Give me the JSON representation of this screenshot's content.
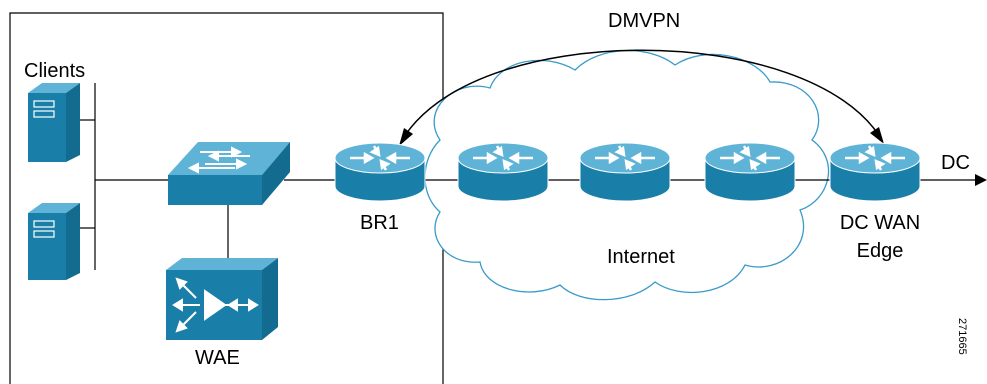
{
  "labels": {
    "dmvpn": "DMVPN",
    "clients": "Clients",
    "br1": "BR1",
    "wae": "WAE",
    "internet": "Internet",
    "dc": "DC",
    "dc_wan_edge_line1": "DC WAN",
    "dc_wan_edge_line2": "Edge",
    "figure_id": "271665"
  },
  "colors": {
    "device_fill": "#1a7fa8",
    "device_top": "#5eb3d6",
    "cloud_stroke": "#3a9bc9",
    "line": "#000000"
  },
  "icons": {
    "clients": "server-tower-icon",
    "switch": "switch-icon",
    "wae": "wae-appliance-icon",
    "routers": "router-icon"
  }
}
